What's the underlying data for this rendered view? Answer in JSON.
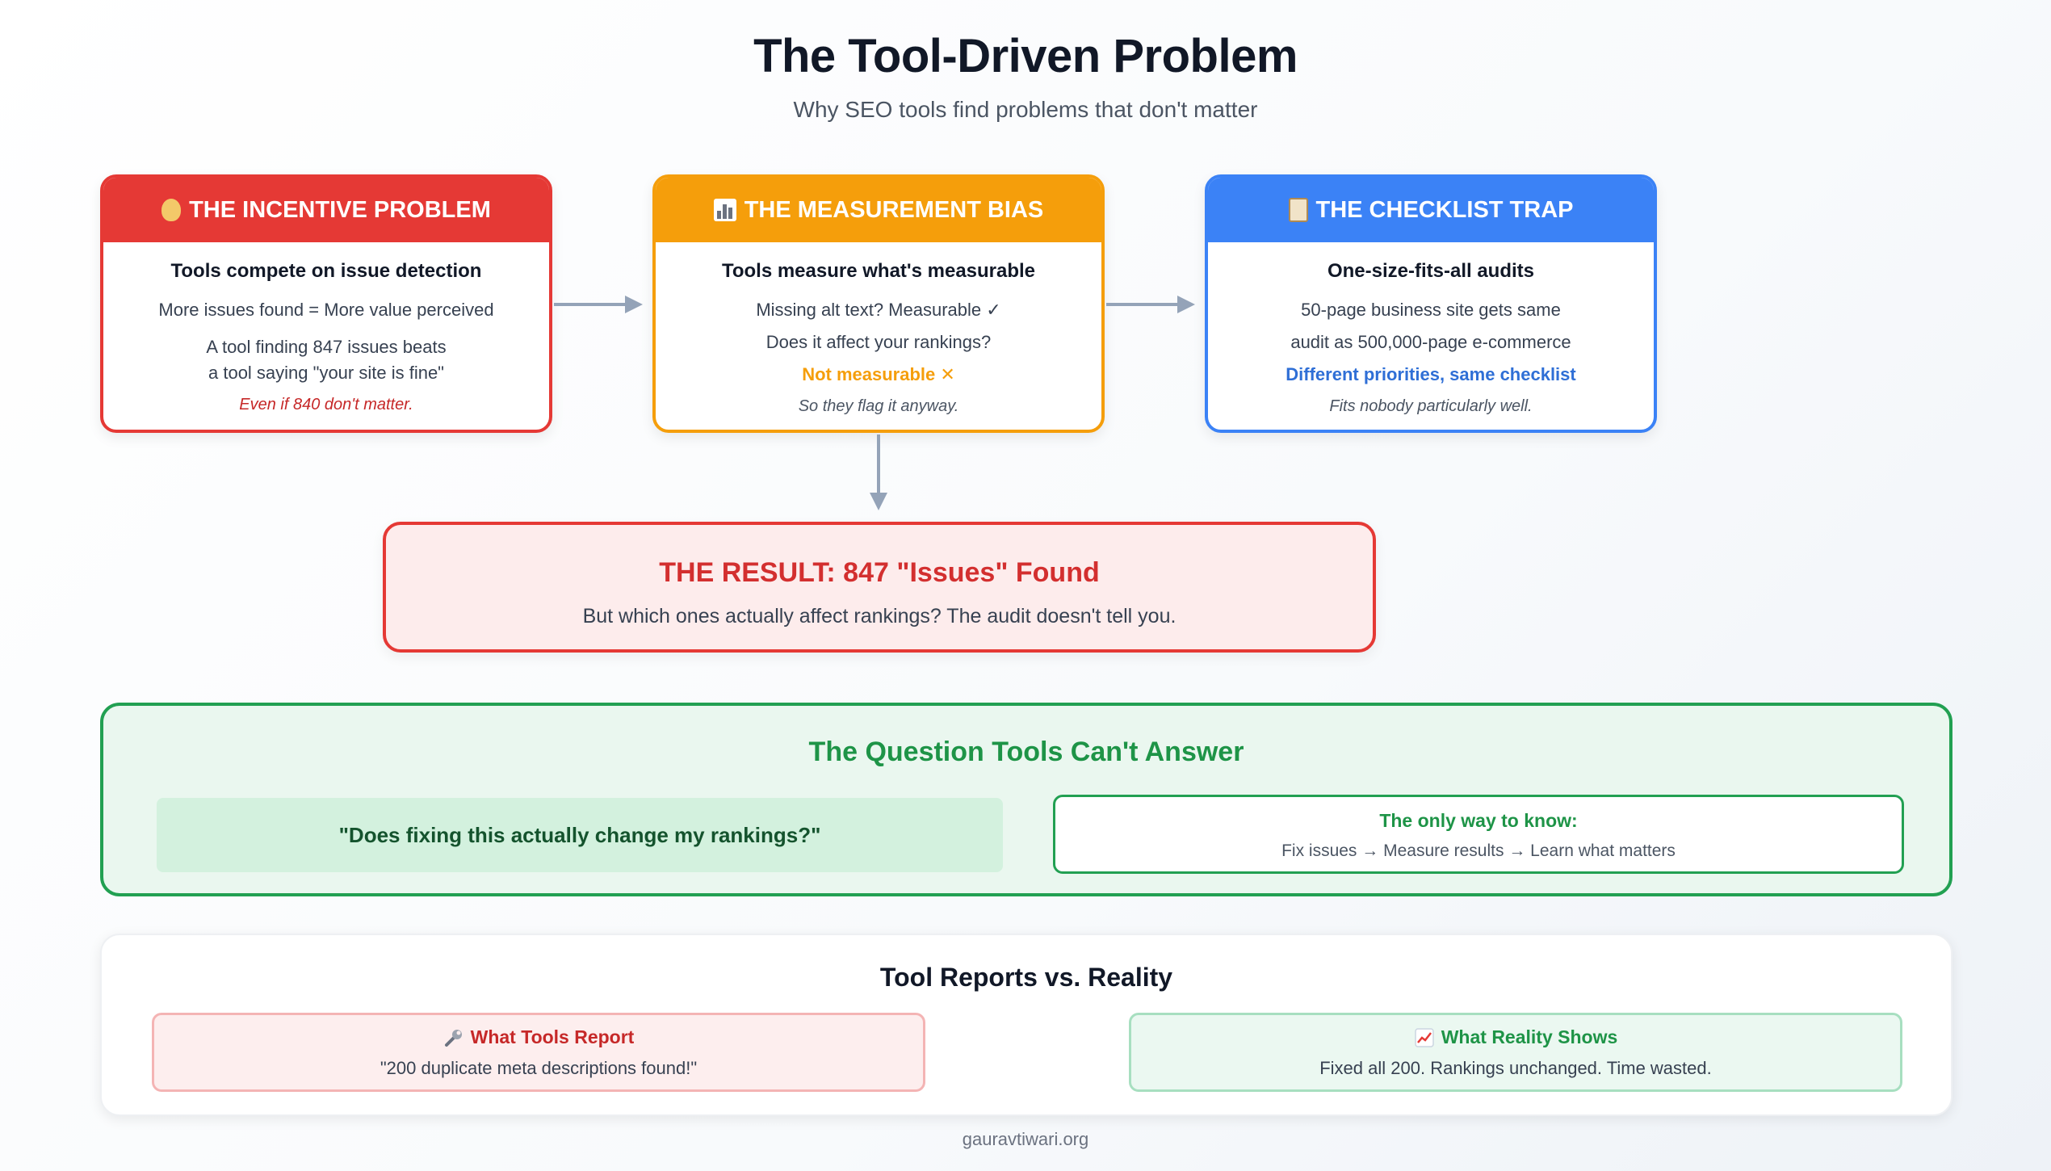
{
  "header": {
    "title": "The Tool-Driven Problem",
    "subtitle": "Why SEO tools find problems that don't matter"
  },
  "cards": [
    {
      "icon": "moneybag-icon",
      "title": "THE INCENTIVE PROBLEM",
      "headline": "Tools compete on issue detection",
      "lines": [
        "More issues found = More value perceived"
      ],
      "lines2": [
        "A tool finding 847 issues beats",
        "a tool saying \"your site is fine\""
      ],
      "note": "Even if 840 don't matter.",
      "color": "#e53935"
    },
    {
      "icon": "bar-chart-icon",
      "title": "THE MEASUREMENT BIAS",
      "headline": "Tools measure what's measurable",
      "lines": [
        "Missing alt text? Measurable ✓",
        "Does it affect your rankings?"
      ],
      "highlight": "Not measurable ✕",
      "note": "So they flag it anyway.",
      "color": "#f59e0b"
    },
    {
      "icon": "clipboard-icon",
      "title": "THE CHECKLIST TRAP",
      "headline": "One-size-fits-all audits",
      "lines": [
        "50-page business site gets same",
        "audit as 500,000-page e-commerce"
      ],
      "highlight": "Different priorities, same checklist",
      "note": "Fits nobody particularly well.",
      "color": "#3b82f6"
    }
  ],
  "result": {
    "title": "THE RESULT: 847 \"Issues\" Found",
    "text": "But which ones actually affect rankings? The audit doesn't tell you."
  },
  "question": {
    "title": "The Question Tools Can't Answer",
    "quote": "\"Does fixing this actually change my rankings?\"",
    "answer_title": "The only way to know:",
    "answer_text": "Fix issues → Measure results → Learn what matters"
  },
  "reality": {
    "title": "Tool Reports vs. Reality",
    "left_icon": "wrench-icon",
    "left_title": "What Tools Report",
    "left_text": "\"200 duplicate meta descriptions found!\"",
    "right_icon": "trend-chart-icon",
    "right_title": "What Reality Shows",
    "right_text": "Fixed all 200. Rankings unchanged. Time wasted."
  },
  "footer": "gauravtiwari.org",
  "colors": {
    "red": "#e53935",
    "orange": "#f59e0b",
    "blue": "#3b82f6",
    "green": "#22a052",
    "arrow": "#94a3b8"
  }
}
